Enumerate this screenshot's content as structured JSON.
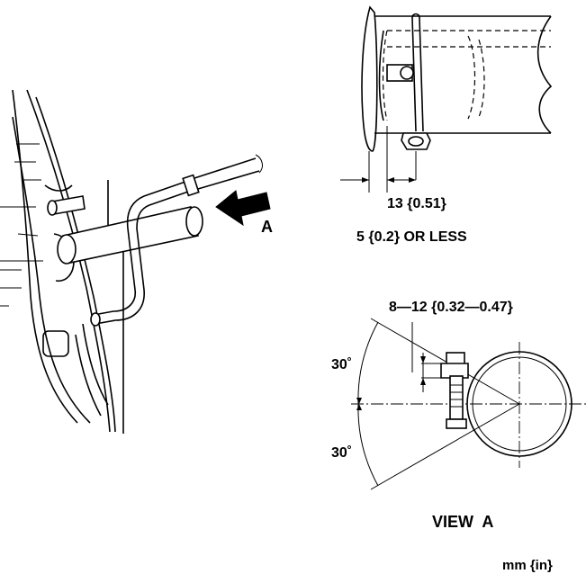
{
  "labels": {
    "view_arrow": "A",
    "dim_13": "13 {0.51}",
    "dim_5": "5 {0.2} OR LESS",
    "dim_clamp": "8—12 {0.32—0.47}",
    "angle_top": "30˚",
    "angle_bottom": "30˚",
    "view_title": "VIEW  A",
    "units": "mm {in}"
  }
}
